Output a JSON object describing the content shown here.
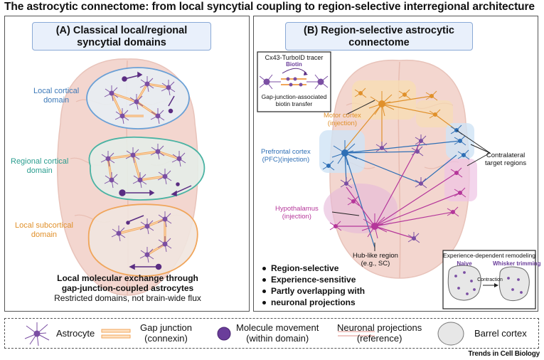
{
  "title": "The astrocytic connectome: from local syncytial coupling to region-selective interregional architecture",
  "panel_a": {
    "title_line1": "(A) Classical local/regional",
    "title_line2": "syncytial domains",
    "domains": [
      {
        "line1": "Local cortical",
        "line2": "domain",
        "color": "#3b78b8"
      },
      {
        "line1": "Regional cortical",
        "line2": "domain",
        "color": "#2a9d8f"
      },
      {
        "line1": "Local subcortical",
        "line2": "domain",
        "color": "#e0902b"
      }
    ],
    "caption_bold_1": "Local molecular exchange through",
    "caption_bold_2": "gap-junction-coupled astrocytes",
    "caption_plain": "Restricted domains, not brain-wide flux"
  },
  "panel_b": {
    "title_line1": "(B) Region-selective astrocytic",
    "title_line2": "connectome",
    "tracer_box": {
      "title": "Cx43-TurboID tracer",
      "biotin": "Biotin",
      "caption1": "Gap-junction-associated",
      "caption2": "biotin transfer"
    },
    "motor": {
      "line1": "Motor cortex",
      "line2": "(injection)",
      "color": "#e0902b"
    },
    "pfc": {
      "line1": "Prefrontal cortex",
      "line2": "(PFC)(injection)",
      "color": "#2e6fb5"
    },
    "hypo": {
      "line1": "Hypothalamus",
      "line2": "(injection)",
      "color": "#b5379a"
    },
    "contralateral": {
      "line1": "Contralateral",
      "line2": "target regions"
    },
    "hub": {
      "line1": "Hub-like region",
      "line2": "(e.g., SC)"
    },
    "bullets": [
      "Region-selective",
      "Experience-sensitive",
      "Partly overlapping with",
      "neuronal projections"
    ],
    "remodel": {
      "title": "Experience-dependent remodeling",
      "naive": "Naive",
      "contraction": "Contraction",
      "whisker": "Whisker trimming"
    }
  },
  "legend": {
    "astrocyte": "Astrocyte",
    "gap_1": "Gap junction",
    "gap_2": "(connexin)",
    "molecule_1": "Molecule movement",
    "molecule_2": "(within domain)",
    "neuronal_1": "Neuronal projections",
    "neuronal_2": "(reference)",
    "barrel": "Barrel cortex"
  },
  "credit": "Trends in Cell Biology",
  "colors": {
    "astro": "#7b4fa3",
    "gap": "#f2a65a",
    "brain": "#f3d6cf"
  }
}
